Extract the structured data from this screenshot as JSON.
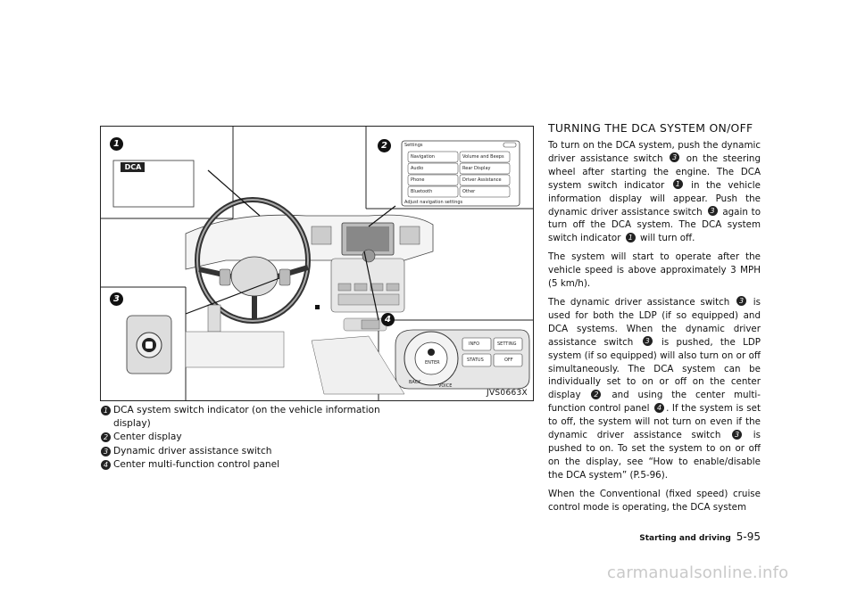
{
  "figure": {
    "code": "JVS0663X",
    "callouts": [
      "1",
      "2",
      "3",
      "4"
    ],
    "dca_label": "DCA",
    "screen": {
      "title": "Settings",
      "items": [
        "Navigation",
        "Volume and Beeps",
        "Audio",
        "Rear Display",
        "Phone",
        "Driver Assistance",
        "Bluetooth",
        "Other"
      ],
      "footer": "Adjust navigation settings"
    },
    "panel": {
      "info": "INFO",
      "setting": "SETTING",
      "status": "STATUS",
      "off": "OFF",
      "enter": "ENTER",
      "back": "BACK",
      "voice": "VOICE"
    }
  },
  "legend": [
    {
      "num": "1",
      "text": "DCA system switch indicator (on the vehicle information display)"
    },
    {
      "num": "2",
      "text": "Center display"
    },
    {
      "num": "3",
      "text": "Dynamic driver assistance switch"
    },
    {
      "num": "4",
      "text": "Center multi-function control panel"
    }
  ],
  "section": {
    "heading": "TURNING THE DCA SYSTEM ON/OFF",
    "p1": {
      "a": "To turn on the DCA system, push the dynamic driver assistance switch",
      "b": "on the steering wheel after starting the engine. The DCA system switch indicator",
      "c": "in the vehicle information display will appear. Push the dynamic driver assistance switch",
      "d": "again to turn off the DCA system. The DCA system switch indicator",
      "e": "will turn off."
    },
    "p2": "The system will start to operate after the vehicle speed is above approximately 3 MPH (5 km/h).",
    "p3": {
      "a": "The dynamic driver assistance switch",
      "b": "is used for both the LDP (if so equipped) and DCA systems. When the dynamic driver assistance switch",
      "c": "is pushed, the LDP system (if so equipped) will also turn on or off simultaneously. The DCA system can be individually set to on or off on the center display",
      "d": "and using the center multi-function control panel",
      "e": ". If the system is set to off, the system will not turn on even if the dynamic driver assistance switch",
      "f": "is pushed to on. To set the system to on or off on the display, see “How to enable/disable the DCA system” (P.5-96)."
    },
    "p4": "When the Conventional (fixed speed) cruise control mode is operating, the DCA system"
  },
  "footer": {
    "section": "Starting and driving",
    "page": "5-95"
  },
  "watermark": "carmanualsonline.info"
}
